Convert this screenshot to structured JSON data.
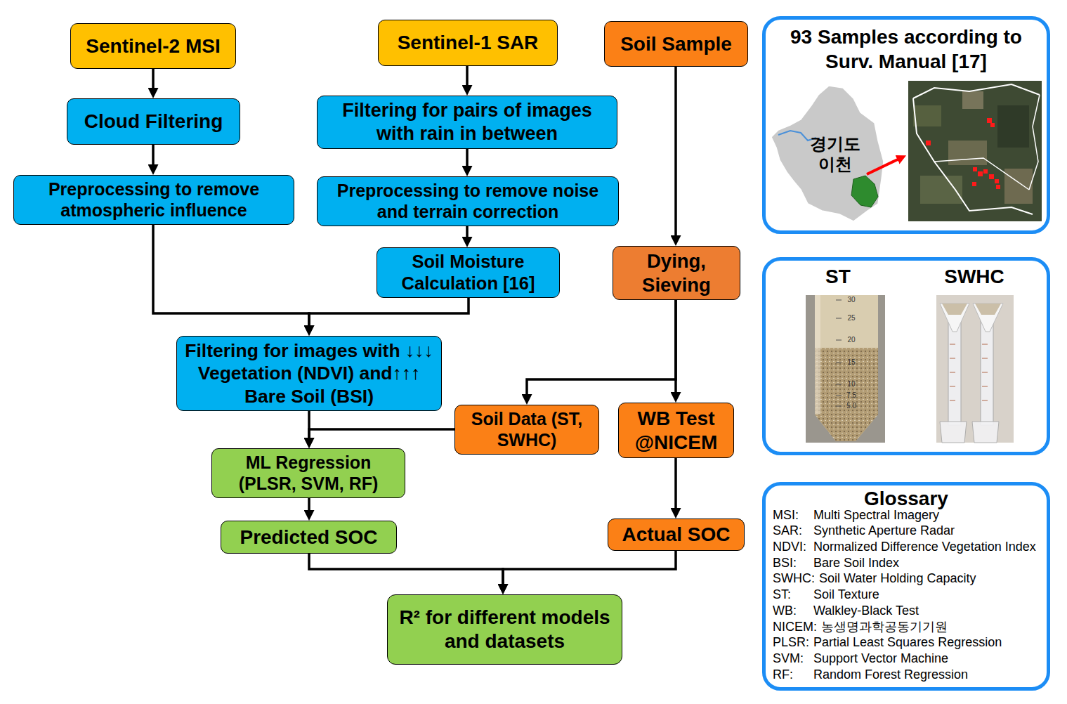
{
  "diagram": {
    "nodes": [
      {
        "text": [
          "Sentinel-2 MSI"
        ]
      },
      {
        "text": [
          "Sentinel-1 SAR"
        ]
      },
      {
        "text": [
          "Soil Sample"
        ]
      },
      {
        "text": [
          "Cloud Filtering"
        ]
      },
      {
        "text": [
          "Filtering for pairs of images with rain in between"
        ]
      },
      {
        "text": [
          "Preprocessing to remove atmospheric influence"
        ]
      },
      {
        "text": [
          "Preprocessing to remove noise and terrain correction"
        ]
      },
      {
        "text": [
          "Soil Moisture Calculation [16]"
        ]
      },
      {
        "text": [
          "Dying, Sieving"
        ]
      },
      {
        "text": [
          "Filtering for images with ↓↓↓ Vegetation (NDVI) and↑↑↑ Bare Soil (BSI)"
        ]
      },
      {
        "text": [
          "Soil Data (ST, SWHC)"
        ]
      },
      {
        "text": [
          "WB Test @NICEM"
        ]
      },
      {
        "text": [
          "ML Regression (PLSR, SVM, RF)"
        ]
      },
      {
        "text": [
          "Predicted SOC"
        ]
      },
      {
        "text": [
          "Actual SOC"
        ]
      },
      {
        "text": [
          "R² for different models and datasets"
        ]
      },
      {
        "text": [
          "93 Samples according to Surv. Manual [17]"
        ]
      },
      {
        "text": [
          "ST",
          "SWHC"
        ]
      },
      {
        "text": [
          "Glossary",
          "MSI:",
          "Multi Spectral Imagery",
          "SAR:",
          "Synthetic Aperture Radar",
          "NDVI:",
          "Normalized Difference Vegetation Index",
          "BSI:",
          "Bare Soil Index",
          "SWHC:",
          "Soil Water Holding Capacity",
          "ST:",
          "Soil Texture",
          "WB:",
          "Walkley-Black Test",
          "NICEM:",
          "농생명과학공동기기원",
          "PLSR:",
          "Partial Least Squares Regression",
          "SVM:",
          "Support Vector Machine",
          "RF:",
          "Random Forest Regression"
        ]
      }
    ],
    "edges": [
      {
        "from": 0,
        "to": 3,
        "arrow": "to"
      },
      {
        "from": 3,
        "to": 5,
        "arrow": "to"
      },
      {
        "from": 1,
        "to": 4,
        "arrow": "to"
      },
      {
        "from": 4,
        "to": 6,
        "arrow": "to"
      },
      {
        "from": 6,
        "to": 7,
        "arrow": "to"
      },
      {
        "from": 2,
        "to": 8,
        "arrow": "to"
      },
      {
        "from": 5,
        "to": 9,
        "arrow": "to"
      },
      {
        "from": 7,
        "to": 9,
        "arrow": "to"
      },
      {
        "from": 8,
        "to": 10,
        "arrow": "to"
      },
      {
        "from": 8,
        "to": 11,
        "arrow": "to"
      },
      {
        "from": 9,
        "to": 12,
        "arrow": "to"
      },
      {
        "from": 10,
        "to": 12,
        "arrow": "to"
      },
      {
        "from": 12,
        "to": 13,
        "arrow": "to"
      },
      {
        "from": 11,
        "to": 14,
        "arrow": "to"
      },
      {
        "from": 13,
        "to": 15,
        "arrow": "to"
      },
      {
        "from": 14,
        "to": 15,
        "arrow": "to"
      }
    ],
    "labels": [
      "경기도 이천",
      "30",
      "25",
      "20",
      "15",
      "10",
      "7.5",
      "5.0"
    ]
  }
}
